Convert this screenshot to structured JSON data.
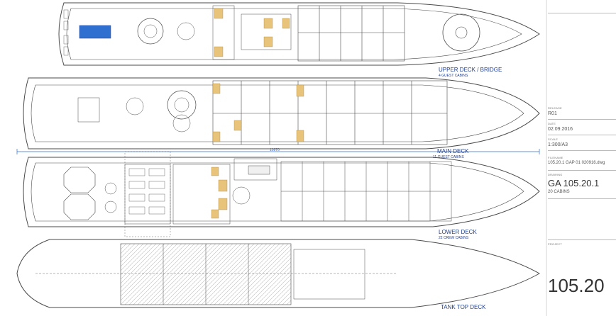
{
  "decks": [
    {
      "name": "UPPER DECK / BRIDGE",
      "sub": "4 GUEST CABINS"
    },
    {
      "name": "MAIN DECK",
      "sub": "11 GUEST CABINS"
    },
    {
      "name": "LOWER DECK",
      "sub": "22 CREW CABINS"
    },
    {
      "name": "TANK TOP DECK",
      "sub": ""
    }
  ],
  "dimension_label": "10970",
  "title_block": {
    "release_label": "RELEASE",
    "release": "R01",
    "date_label": "DATE",
    "date": "02.09.2016",
    "scale_label": "SCALE",
    "scale": "1:300/A3",
    "filename_label": "FILENAME",
    "filename": "105.20.1 GAP 01 020916.dwg",
    "drawing_label": "DRAWING",
    "drawing": "GA 105.20.1",
    "cabins": "20 CABINS",
    "project_label": "PROJECT",
    "project": "105.20"
  },
  "colors": {
    "line": "#4a4a4a",
    "accent_blue": "#2f6fd0",
    "label_blue": "#1f3f8f",
    "cabin_fill": "#e8c37a"
  }
}
